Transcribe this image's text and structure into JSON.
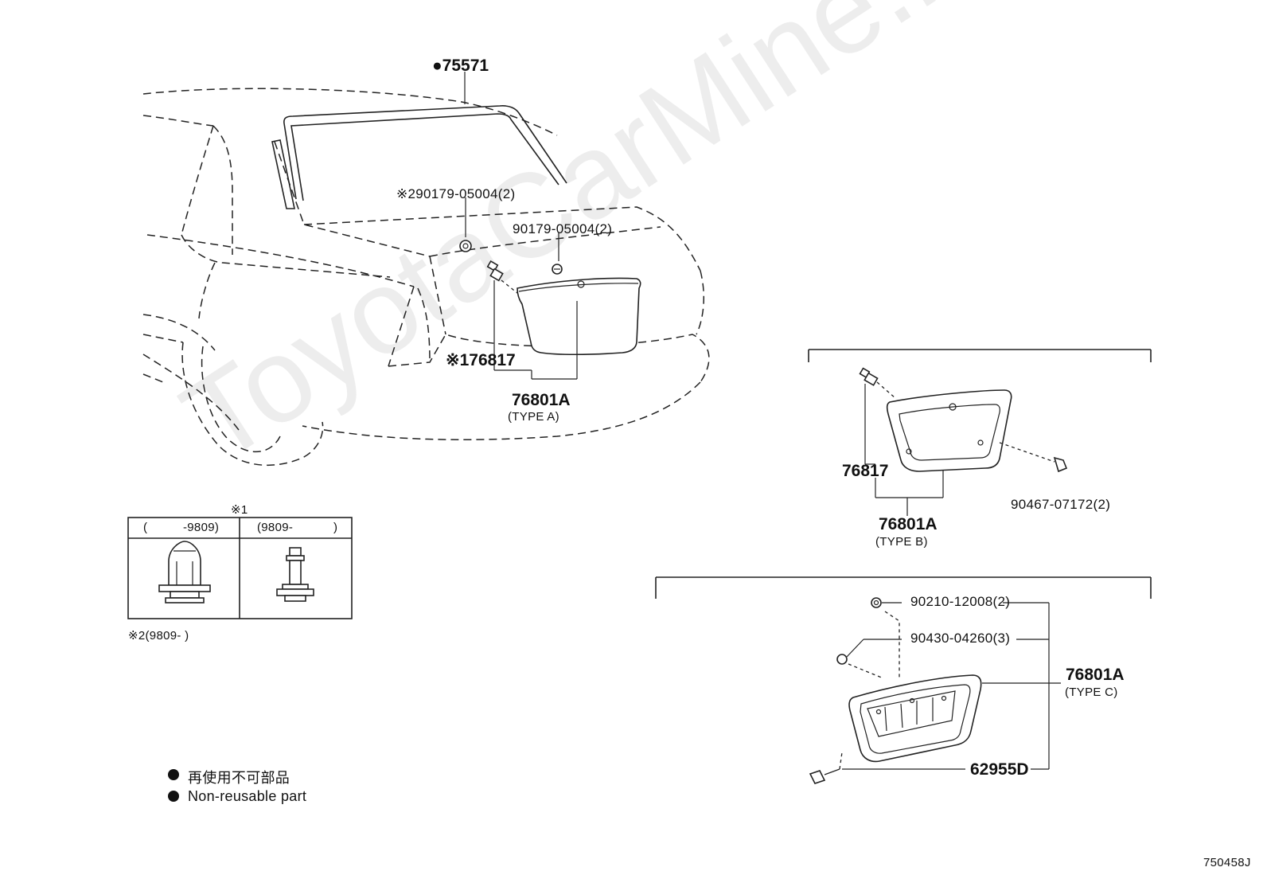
{
  "watermark": "ToyotaCarMine.ru",
  "labels": {
    "p75571": "●75571",
    "note2_90179": "※290179-05004(2)",
    "p90179": "90179-05004(2)",
    "note1_76817": "※176817",
    "p76801A_a": "76801A",
    "typeA": "(TYPE A)",
    "p76817_b": "76817",
    "p76801A_b": "76801A",
    "typeB": "(TYPE B)",
    "p90467": "90467-07172(2)",
    "p90210": "90210-12008(2)",
    "p90430": "90430-04260(3)",
    "p76801A_c": "76801A",
    "typeC": "(TYPE C)",
    "p62955D": "62955D",
    "diagram_code": "750458J"
  },
  "note_table": {
    "title": "※1",
    "col1_header_open": "(",
    "col1_header_range": "-9809)",
    "col2_header_range": "(9809-",
    "col2_header_close": ")",
    "footnote": "※2(9809-    )"
  },
  "legend": {
    "jp": "再使用不可部品",
    "en": "Non-reusable part"
  }
}
